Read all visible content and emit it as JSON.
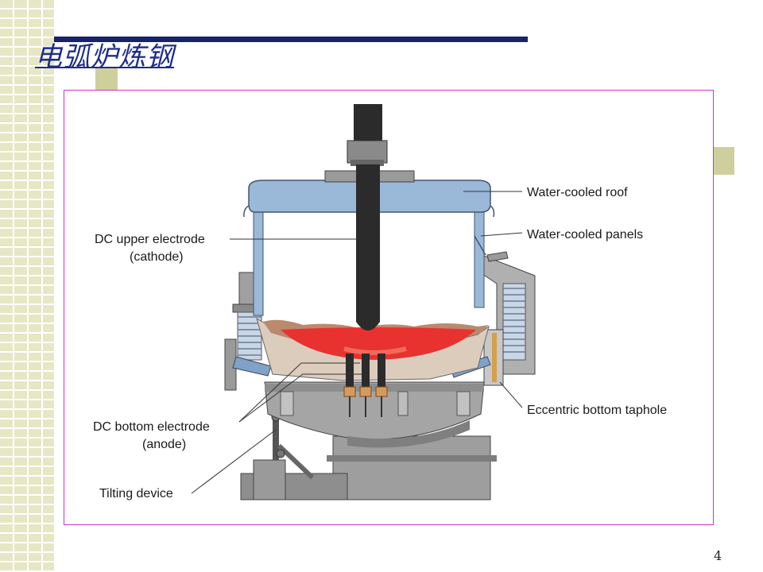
{
  "slide": {
    "title": "电弧炉炼钢",
    "page_number": "4"
  },
  "diagram": {
    "labels": {
      "roof": "Water-cooled roof",
      "panels": "Water-cooled panels",
      "upper_electrode_line1": "DC upper electrode",
      "upper_electrode_line2": "(cathode)",
      "bottom_electrode_line1": "DC bottom electrode",
      "bottom_electrode_line2": "(anode)",
      "taphole": "Eccentric bottom taphole",
      "tilting": "Tilting device"
    },
    "colors": {
      "roof_blue": "#9ab8d8",
      "steel_gray": "#9e9e9e",
      "dark_gray": "#555555",
      "electrode": "#2b2b2b",
      "melt_red": "#e8322f",
      "refractory": "#d9c9b8",
      "slag": "#b98a6e",
      "frame_border": "#cc33cc",
      "title_blue": "#1c2c8c",
      "bar_navy": "#17236a",
      "accent_olive": "#cfcf9e"
    }
  }
}
